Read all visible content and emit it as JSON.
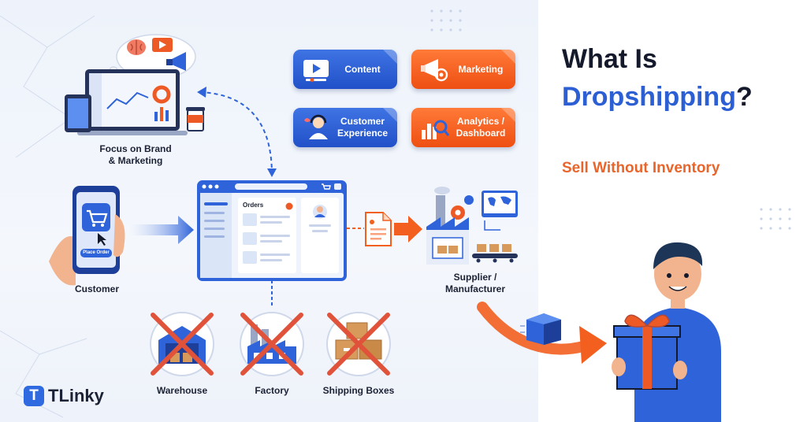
{
  "title": {
    "line1": "What Is",
    "line2": "Dropshipping",
    "question_mark": "?"
  },
  "subtitle": "Sell Without Inventory",
  "brand": {
    "mark": "T",
    "name": "TLinky"
  },
  "tiles": [
    {
      "label": "Content",
      "icon": "video-play-icon",
      "color": "#2f63d9"
    },
    {
      "label": "Marketing",
      "icon": "megaphone-icon",
      "color": "#f25f1f"
    },
    {
      "label": "Customer\nExperience",
      "icon": "support-agent-icon",
      "color": "#2f63d9"
    },
    {
      "label": "Analytics /\nDashboard",
      "icon": "bar-chart-magnifier-icon",
      "color": "#f25f1f"
    }
  ],
  "nodes": {
    "brand_marketing": "Focus on Brand\n& Marketing",
    "customer": "Customer",
    "supplier": "Supplier /\nManufacturer",
    "store_panel_heading": "Orders",
    "phone_button": "Place Order"
  },
  "not_needed": [
    {
      "label": "Warehouse",
      "icon": "warehouse-icon"
    },
    {
      "label": "Factory",
      "icon": "factory-icon"
    },
    {
      "label": "Shipping Boxes",
      "icon": "shipping-boxes-icon"
    }
  ],
  "colors": {
    "accent_blue": "#2f63d9",
    "accent_orange": "#f25f1f",
    "title_dark": "#14192b",
    "cross_red": "#e0533a"
  }
}
